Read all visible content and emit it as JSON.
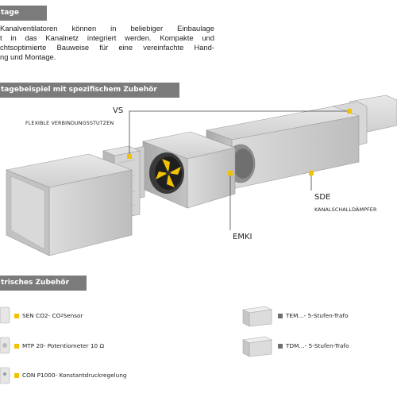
{
  "header": {
    "title": "tage"
  },
  "intro": {
    "lines": [
      "Kanalventilatoren  können  in  beliebiger  Einbaulage",
      "t in das Kanalnetz integriert werden. Kompakte und",
      "chtsoptimierte Bauweise für eine vereinfachte Hand-",
      "ng und Montage."
    ]
  },
  "section1": {
    "title": "tagebeispiel mit spezifischem Zubehör"
  },
  "diagram": {
    "callouts": [
      {
        "code": "VS",
        "description": "FLEXIBLE VERBINDUNGSSTUTZEN"
      },
      {
        "code": "SDE",
        "description": "KANALSCHALLDÄMPFER"
      },
      {
        "code": "EMKI",
        "description": ""
      }
    ],
    "colors": {
      "marker": "#f2c200",
      "leader": "#444444",
      "duct": "#c9c9c9"
    }
  },
  "section2": {
    "title": "trisches Zubehör"
  },
  "accessories": {
    "left": [
      {
        "code": "SEN CO2",
        "text": " - CO",
        "sub": "2",
        "tail": " Sensor"
      },
      {
        "code": "MTP 20",
        "text": " - Potentiometer 10 Ω"
      },
      {
        "code": "CON P1000",
        "text": " - Konstantdruckregelung"
      }
    ],
    "right": [
      {
        "code": "TEM…",
        "text": " - 5-Stufen-Trafo"
      },
      {
        "code": "TDM…",
        "text": " - 5-Stufen-Trafo"
      }
    ]
  }
}
